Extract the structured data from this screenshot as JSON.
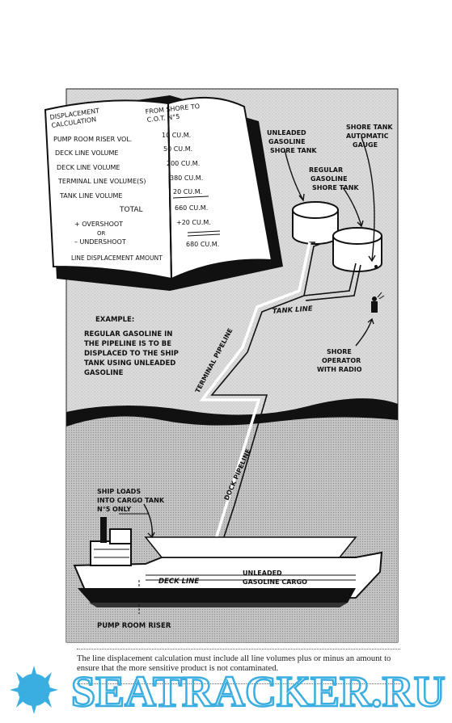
{
  "book": {
    "left_header": [
      "DISPLACEMENT",
      "CALCULATION"
    ],
    "right_header": [
      "FROM SHORE TO",
      "C.O.T. N°5"
    ],
    "rows": [
      {
        "label": "PUMP ROOM RISER VOL.",
        "value": "10 CU.M."
      },
      {
        "label": "DECK LINE VOLUME",
        "value": "50 CU.M."
      },
      {
        "label": "DECK LINE VOLUME",
        "value": "200 CU.M."
      },
      {
        "label": "TERMINAL LINE VOLUME(S)",
        "value": "380 CU.M."
      },
      {
        "label": "TANK LINE VOLUME",
        "value": "20 CU.M."
      }
    ],
    "total_label": "TOTAL",
    "total_value": "660 CU.M.",
    "overshoot_lines": [
      "+ OVERSHOOT",
      "OR",
      "– UNDERSHOOT"
    ],
    "overshoot_value": "+20 CU.M.",
    "result_label": "LINE DISPLACEMENT AMOUNT",
    "result_value": "680 CU.M."
  },
  "labels": {
    "unleaded_shore_tank": [
      "UNLEADED",
      "GASOLINE",
      "SHORE TANK"
    ],
    "shore_tank_gauge": [
      "SHORE TANK",
      "AUTOMATIC",
      "GAUGE"
    ],
    "regular_shore_tank": [
      "REGULAR",
      "GASOLINE",
      "SHORE TANK"
    ],
    "tank_line": "TANK LINE",
    "terminal_pipeline": "TERMINAL PIPELINE",
    "dock_pipeline": "DOCK PIPELINE",
    "example": [
      "EXAMPLE:",
      "REGULAR GASOLINE IN",
      "THE PIPELINE IS TO BE",
      "DISPLACED TO THE SHIP",
      "TANK USING UNLEADED",
      "GASOLINE"
    ],
    "shore_operator": [
      "SHORE",
      "OPERATOR",
      "WITH RADIO"
    ],
    "ship_loads": [
      "SHIP LOADS",
      "INTO CARGO TANK",
      "N°5 ONLY"
    ],
    "deck_line": "DECK LINE",
    "unleaded_cargo": [
      "UNLEADED",
      "GASOLINE CARGO"
    ],
    "pump_room_riser": "PUMP ROOM RISER"
  },
  "caption": "The line displacement calculation must include all line volumes plus or minus an amount to ensure that the more sensitive product is not contaminated.",
  "watermark": "SEATRACKER.RU",
  "colors": {
    "ink": "#111111",
    "frame_bg": "#d8d8d8",
    "water": "#c9c9c9",
    "watermark": "#3aaee0"
  }
}
